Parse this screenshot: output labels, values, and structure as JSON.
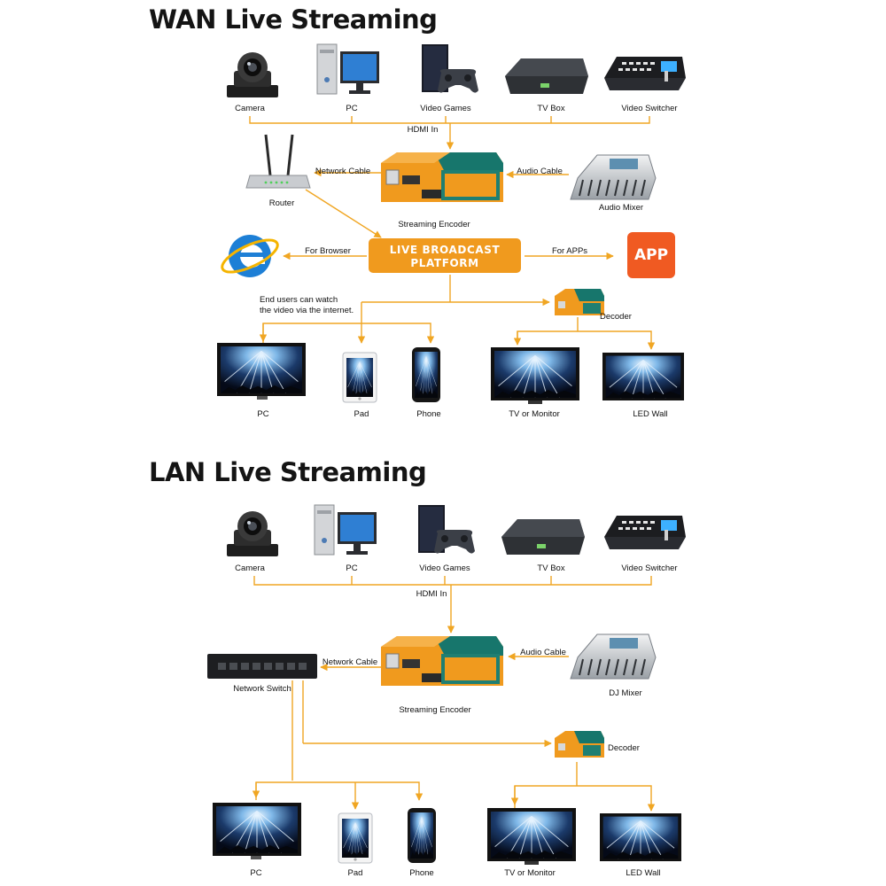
{
  "wan": {
    "title": "WAN Live Streaming",
    "sources": [
      "Camera",
      "PC",
      "Video Games",
      "TV Box",
      "Video Switcher"
    ],
    "hdmi_in": "HDMI In",
    "network_cable": "Network Cable",
    "audio_cable": "Audio Cable",
    "router": "Router",
    "encoder": "Streaming Encoder",
    "audio_mixer": "Audio Mixer",
    "for_browser": "For Browser",
    "for_apps": "For APPs",
    "platform_line1": "LIVE BROADCAST",
    "platform_line2": "PLATFORM",
    "app_badge": "APP",
    "end_users_line1": "End users can watch",
    "end_users_line2": "the video via the internet.",
    "decoder": "Decoder",
    "outputs": [
      "PC",
      "Pad",
      "Phone",
      "TV or Monitor",
      "LED Wall"
    ]
  },
  "lan": {
    "title": "LAN Live Streaming",
    "sources": [
      "Camera",
      "PC",
      "Video Games",
      "TV Box",
      "Video Switcher"
    ],
    "hdmi_in": "HDMI In",
    "network_cable": "Network Cable",
    "audio_cable": "Audio Cable",
    "network_switch": "Network Switch",
    "encoder": "Streaming Encoder",
    "dj_mixer": "DJ Mixer",
    "decoder": "Decoder",
    "outputs": [
      "PC",
      "Pad",
      "Phone",
      "TV or Monitor",
      "LED Wall"
    ]
  },
  "colors": {
    "line": "#f0a623",
    "encoder_orange": "#f09a1e",
    "encoder_teal": "#17766c",
    "app_badge": "#f05a22",
    "ie_blue": "#1d7fd6"
  }
}
